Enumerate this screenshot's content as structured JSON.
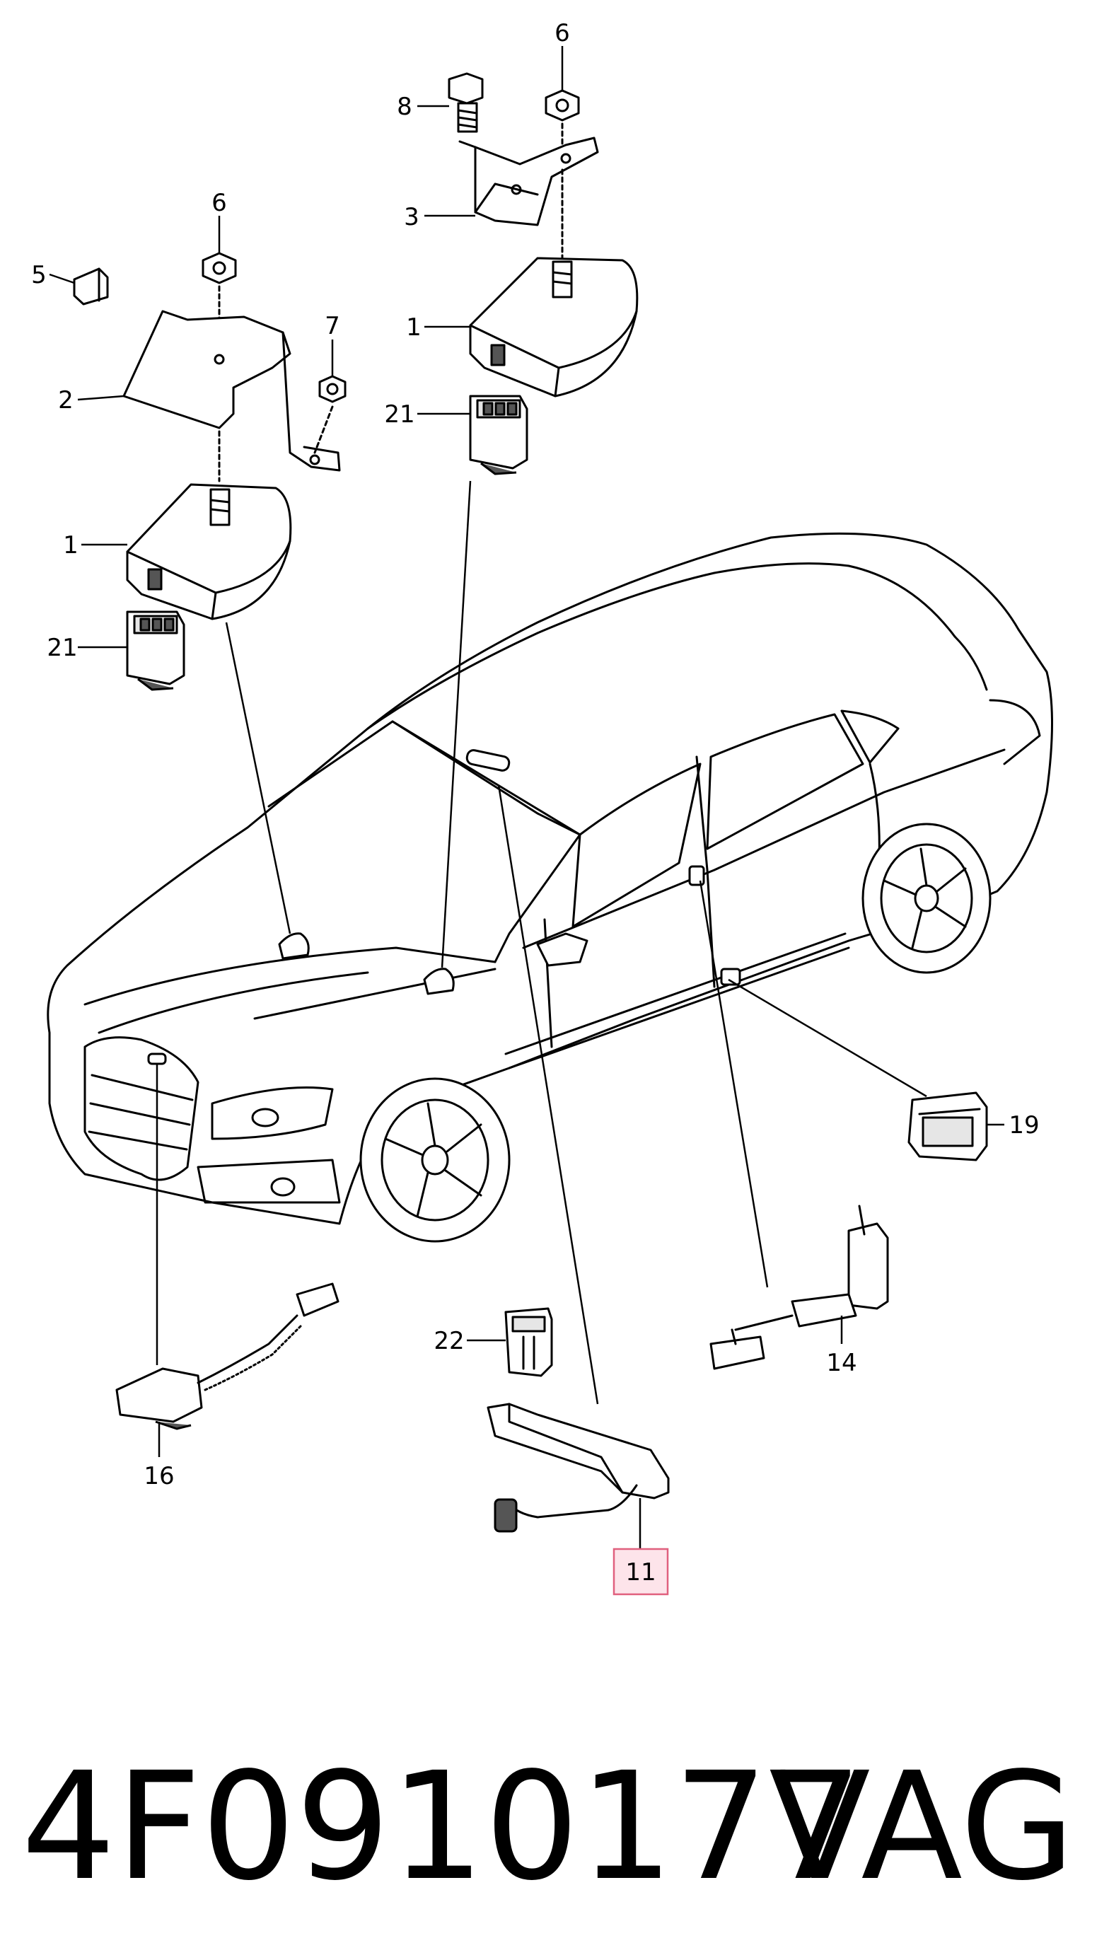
{
  "diagram": {
    "callouts": [
      {
        "id": "c6a",
        "label": "6"
      },
      {
        "id": "c8",
        "label": "8"
      },
      {
        "id": "c3",
        "label": "3"
      },
      {
        "id": "c1a",
        "label": "1"
      },
      {
        "id": "c21a",
        "label": "21"
      },
      {
        "id": "c6b",
        "label": "6"
      },
      {
        "id": "c5",
        "label": "5"
      },
      {
        "id": "c7",
        "label": "7"
      },
      {
        "id": "c2",
        "label": "2"
      },
      {
        "id": "c1b",
        "label": "1"
      },
      {
        "id": "c21b",
        "label": "21"
      },
      {
        "id": "c19",
        "label": "19"
      },
      {
        "id": "c22",
        "label": "22"
      },
      {
        "id": "c14",
        "label": "14"
      },
      {
        "id": "c16",
        "label": "16"
      },
      {
        "id": "c11",
        "label": "11",
        "highlighted": true
      }
    ],
    "highlight_color": "#fde4ea"
  },
  "footer": {
    "part_number": "4F0910177",
    "brand": "VAG"
  }
}
